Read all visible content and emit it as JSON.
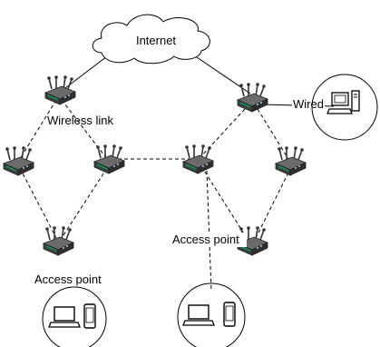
{
  "labels": {
    "internet": "Internet",
    "wireless_link": "Wireless link",
    "wired": "Wired",
    "access_point_left": "Access point",
    "access_point_right": "Access point"
  },
  "colors": {
    "router_body": "#3f3f3f",
    "router_top": "#6b6b6b",
    "router_accent": "#00a651",
    "line": "#000000",
    "circle_stroke": "#000000",
    "background": "#ffffff"
  },
  "icons": [
    "cloud-icon",
    "router-icon",
    "desktop-computer-icon",
    "laptop-icon",
    "smartphone-icon"
  ]
}
